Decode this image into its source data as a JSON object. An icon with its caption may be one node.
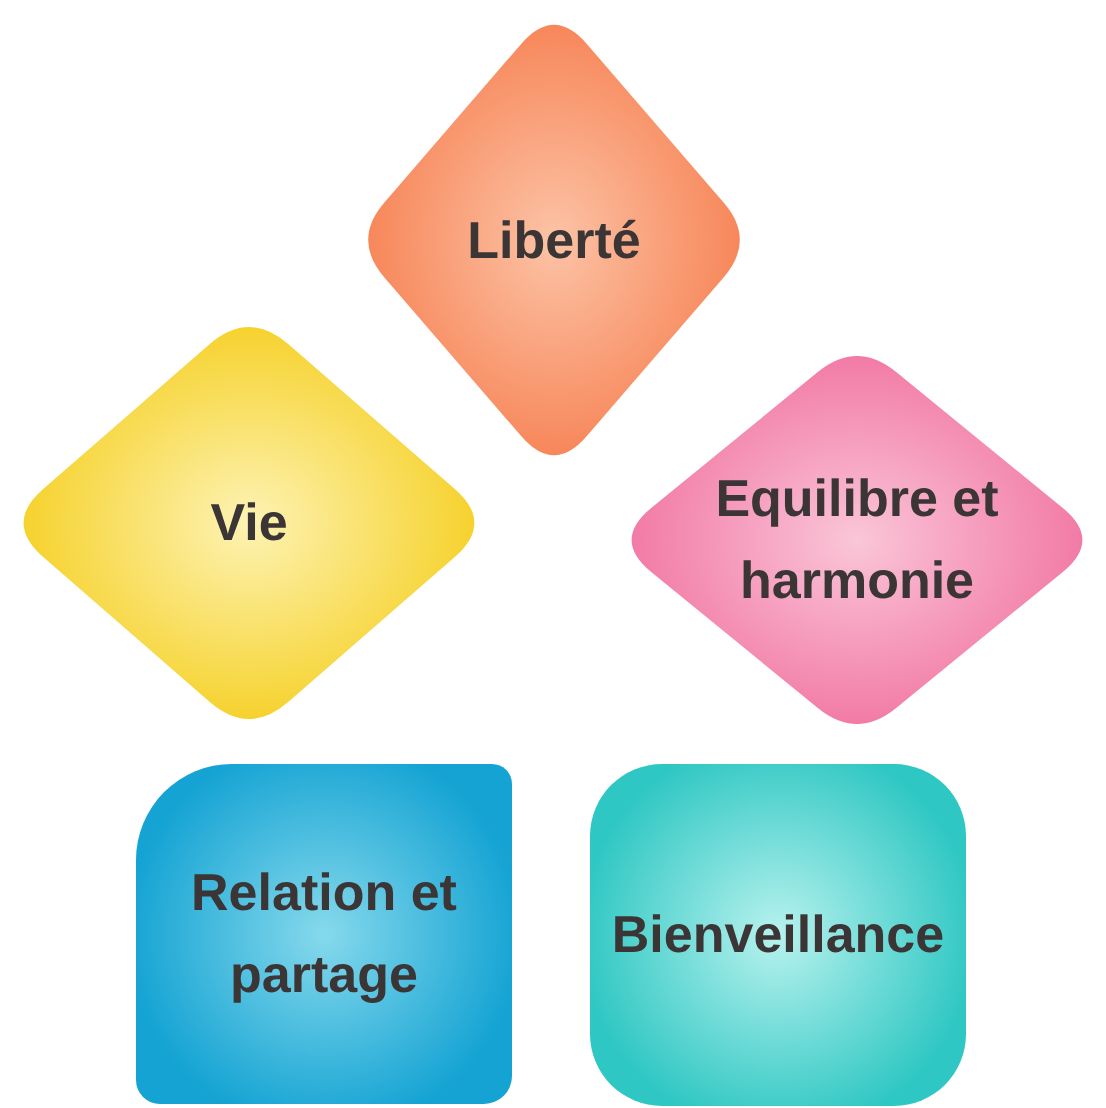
{
  "diagram": {
    "nodes": [
      {
        "text": [
          "Liberté"
        ]
      },
      {
        "text": [
          "Vie"
        ]
      },
      {
        "text": [
          "Equilibre et harmonie"
        ]
      },
      {
        "text": [
          "Relation et partage"
        ]
      },
      {
        "text": [
          "Bienveillance"
        ]
      }
    ]
  }
}
